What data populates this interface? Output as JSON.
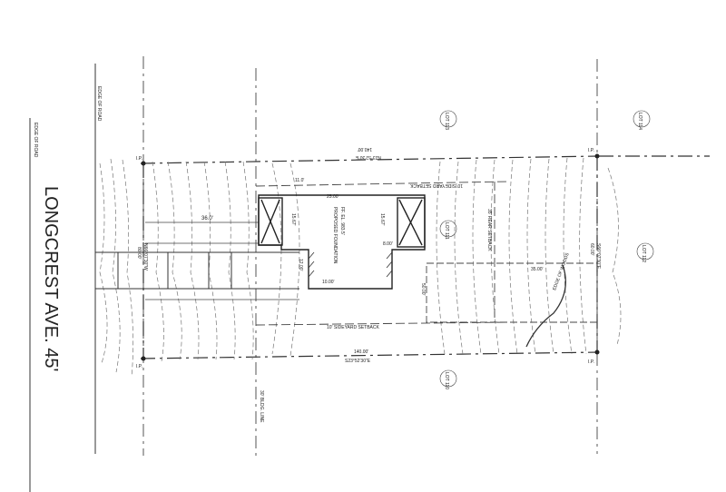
{
  "road": {
    "street_name": "LONGCREST AVE.  45'",
    "edge_left": "EDGE OF ROAD",
    "edge_right": "EDGE OF ROAD"
  },
  "lots": {
    "upper_left": "LOT 113",
    "upper_right": "LOT 114",
    "center": "LOT 111",
    "right": "LOT 112",
    "lower": "LOT 110"
  },
  "dimensions": {
    "top_distance": "140.00'",
    "top_bearing": "N23°52'30\"E",
    "bottom_distance": "140.00'",
    "bottom_bearing": "S23°52'30\"E",
    "front_width": "80.00'",
    "front_bearing": "N66°07'30\"W",
    "rear_width": "60.00'",
    "rear_bearing": "S66°07'30\"E",
    "drive_length": "36.0'",
    "setback_offset": "11.0'",
    "house_depth": "25.00'",
    "house_dim_1": "15.67'",
    "house_dim_2": "15.67'",
    "house_dim_3": "8.00'",
    "house_dim_4": "10.00'",
    "house_dim_5": "12.00'",
    "easement_dim": "50.00'",
    "pool_dim": "35.00'"
  },
  "notes": {
    "side_setback_top": "10' SIDEYARD SETBACK",
    "side_setback_bottom": "10' SIDEYARD SETBACK",
    "rear_setback": "35' REAR SETBACK",
    "building_line": "30' BLDG. LINE",
    "foundation": "PROPOSED FOUNDATION",
    "foundation_elev": "FF. EL. 983.5'",
    "woods_line": "EDGE OF WOODS",
    "corner_ip": "I.P."
  }
}
